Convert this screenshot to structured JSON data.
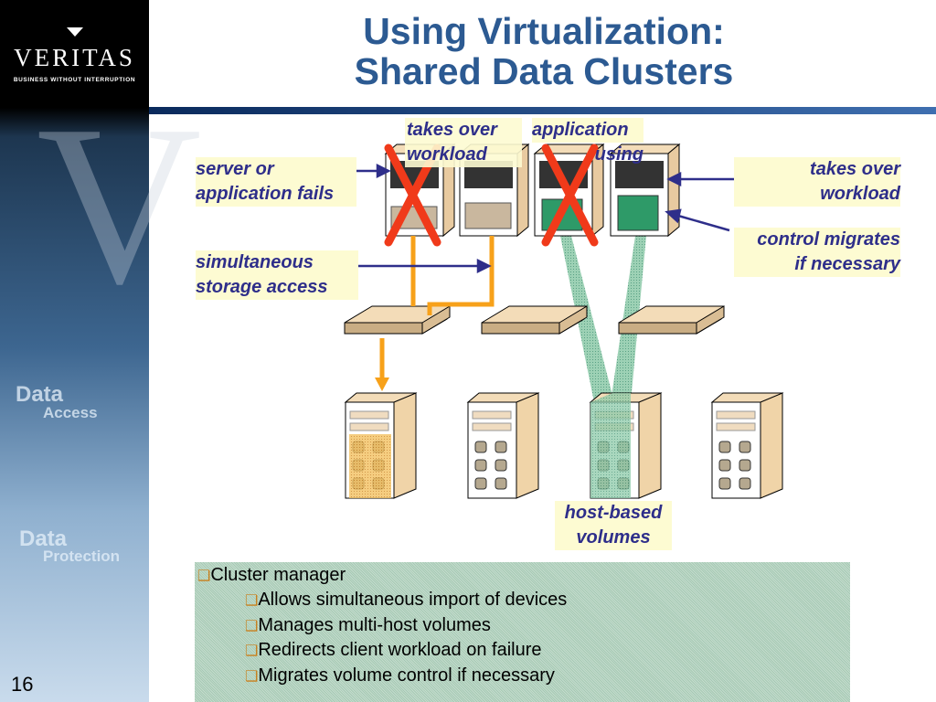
{
  "logo": {
    "name": "VERITAS",
    "tagline": "BUSINESS WITHOUT INTERRUPTION"
  },
  "sidebar": {
    "section1_title": "Data",
    "section1_sub": "Access",
    "section2_title": "Data",
    "section2_sub": "Protection",
    "page_number": "16"
  },
  "title": {
    "line1": "Using Virtualization:",
    "line2": "Shared Data Clusters"
  },
  "labels": {
    "server_fails": [
      "server or",
      "application fails"
    ],
    "storage_access": [
      "simultaneous",
      "storage access"
    ],
    "takes_over_top": [
      "takes over",
      "workload"
    ],
    "application_using": [
      "application",
      "using"
    ],
    "takes_over_right": [
      "takes over",
      "workload"
    ],
    "control_migrates": [
      "control migrates",
      "if necessary"
    ],
    "host_volumes": [
      "host-based",
      "volumes"
    ]
  },
  "bullets": {
    "main": "Cluster manager",
    "sub": [
      "Allows simultaneous import of devices",
      "Manages multi-host volumes",
      "Redirects client workload on failure",
      "Migrates volume control if necessary"
    ]
  },
  "colors": {
    "title": "#2c5a92",
    "label_text": "#2e2e8a",
    "label_bg": "#fdfbd2",
    "x_mark": "#f03a1a",
    "path": "#f7a11a",
    "volume": "#5fb08a"
  }
}
